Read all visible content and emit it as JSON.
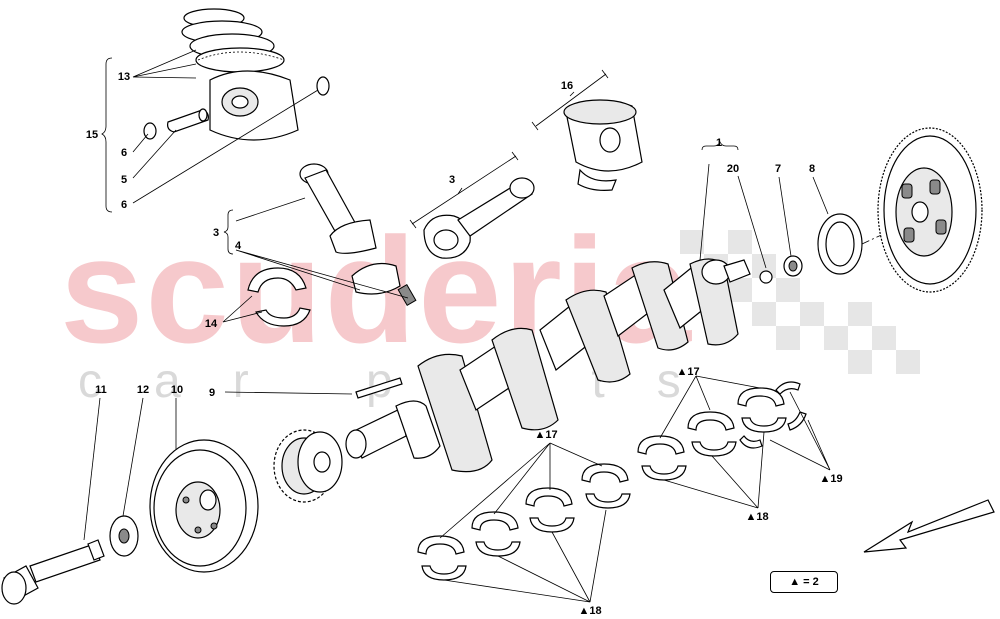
{
  "watermark": {
    "main": "scuderia",
    "sub": "car parts"
  },
  "legend": {
    "text": "▲ = 2"
  },
  "labels": {
    "l13": "13",
    "l15": "15",
    "l6a": "6",
    "l5": "5",
    "l6b": "6",
    "l16": "16",
    "l3a": "3",
    "l3b": "3",
    "l4": "4",
    "l14": "14",
    "l1": "1",
    "l20": "20",
    "l7": "7",
    "l8": "8",
    "l9": "9",
    "l11": "11",
    "l12": "12",
    "l10": "10",
    "l17a": "▲17",
    "l17b": "▲17",
    "l18a": "▲18",
    "l18b": "▲18",
    "l19": "▲19"
  },
  "colors": {
    "watermark_red": "#f6c9cc",
    "watermark_grey": "#d9d9d9",
    "checker": "#dcdcdc"
  }
}
